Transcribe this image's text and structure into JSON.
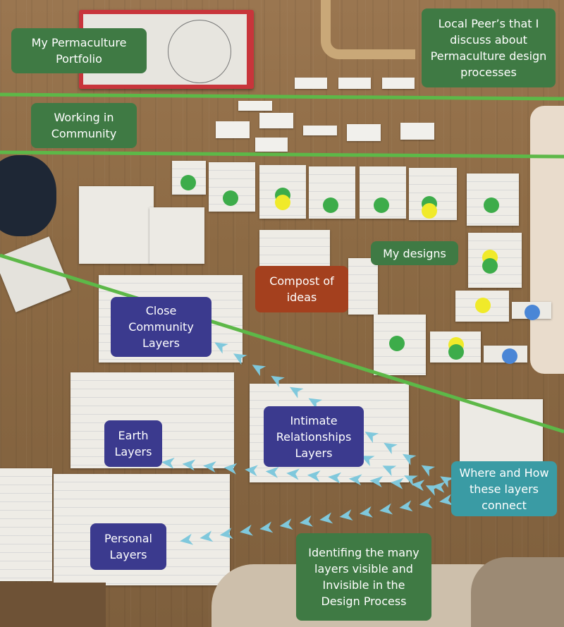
{
  "photo_labels": {
    "portfolio": "My Permaculture Portfolio",
    "local_peers": "Local Peer’s that I discuss about Permaculture design processes",
    "working_in_community": "Working in Community",
    "my_designs": "My designs",
    "compost_of_ideas": "Compost of ideas",
    "close_community_layers": "Close Community Layers",
    "earth_layers": "Earth Layers",
    "intimate_relationships_layers": "Intimate Relationships Layers",
    "where_and_how": "Where and How these layers connect",
    "personal_layers": "Personal Layers",
    "identifing_layers": "Identifing the many layers visible and Invisible in the Design Process"
  },
  "colors": {
    "label_green": "#3f7a44",
    "label_navy": "#3b3a8e",
    "label_rust": "#a4401e",
    "label_teal": "#3a9ba4",
    "divider_green": "#5db848",
    "arrow_blue": "#7fc8dc",
    "dot_green": "#3dac4a",
    "dot_yellow": "#f0ea2a",
    "dot_blue": "#4a86d6"
  }
}
